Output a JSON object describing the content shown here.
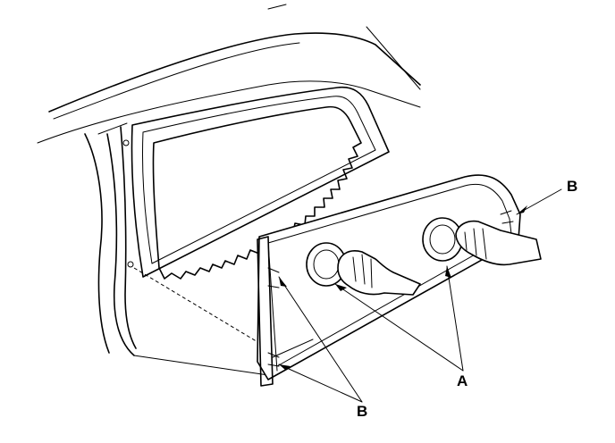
{
  "diagram": {
    "callouts": {
      "b_top": "B",
      "a": "A",
      "b_bottom": "B"
    },
    "icons": [
      "car-body",
      "quarter-window-opening",
      "glass-panel",
      "suction-cup",
      "gloved-hand"
    ]
  }
}
